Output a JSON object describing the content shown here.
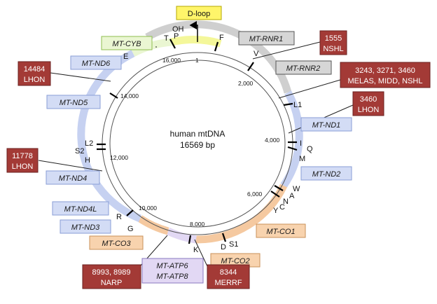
{
  "center": {
    "line1": "human mtDNA",
    "line2": "16569 bp"
  },
  "dloop": {
    "label": "D-loop",
    "oh": "OH"
  },
  "ticks": [
    "16,000",
    "1",
    "2,000",
    "4,000",
    "6,000",
    "8,000",
    "10,000",
    "12,000",
    "14,000"
  ],
  "genes": [
    {
      "label": "MT-RNR1"
    },
    {
      "label": "MT-RNR2"
    },
    {
      "label": "MT-ND1"
    },
    {
      "label": "MT-ND2"
    },
    {
      "label": "MT-CO1"
    },
    {
      "label": "MT-CO2"
    },
    {
      "label": "MT-ATP6"
    },
    {
      "label": "MT-ATP8"
    },
    {
      "label": "MT-CO3"
    },
    {
      "label": "MT-ND3"
    },
    {
      "label": "MT-ND4L"
    },
    {
      "label": "MT-ND4"
    },
    {
      "label": "MT-ND5"
    },
    {
      "label": "MT-ND6"
    },
    {
      "label": "MT-CYB"
    }
  ],
  "diseases": [
    {
      "line1": "1555",
      "line2": "NSHL"
    },
    {
      "line1": "3243, 3271, 3460",
      "line2": "MELAS, MIDD, NSHL"
    },
    {
      "line1": "3460",
      "line2": "LHON"
    },
    {
      "line1": "8344",
      "line2": "MERRF"
    },
    {
      "line1": "8993, 8989",
      "line2": "NARP"
    },
    {
      "line1": "11778",
      "line2": "LHON"
    },
    {
      "line1": "14484",
      "line2": "LHON"
    }
  ],
  "trna": [
    "T",
    "P",
    "F",
    "V",
    "E",
    "L1",
    "I",
    "Q",
    "M",
    "W",
    "A",
    "N",
    "C",
    "Y",
    "S1",
    "D",
    "K",
    "G",
    "R",
    "H",
    "S2",
    "L2"
  ],
  "colors": {
    "blue_fill": "#d3dcf5",
    "blue_stroke": "#8a9ed6",
    "gray_fill": "#d6d6d6",
    "gray_stroke": "#555555",
    "orange_fill": "#f8d3ae",
    "orange_stroke": "#c9925a",
    "purple_fill": "#e2d8f4",
    "purple_stroke": "#8a78c0",
    "green_fill": "#eaf6d2",
    "green_stroke": "#8fbf4f",
    "yellow_fill": "#fff56a",
    "yellow_stroke": "#b5a800",
    "disease_fill": "#a33a36",
    "ring_blue": "#c6d1f1",
    "ring_gray": "#cfcfcf",
    "ring_orange": "#f5c9a0",
    "ring_yellow": "#f4f79a"
  }
}
